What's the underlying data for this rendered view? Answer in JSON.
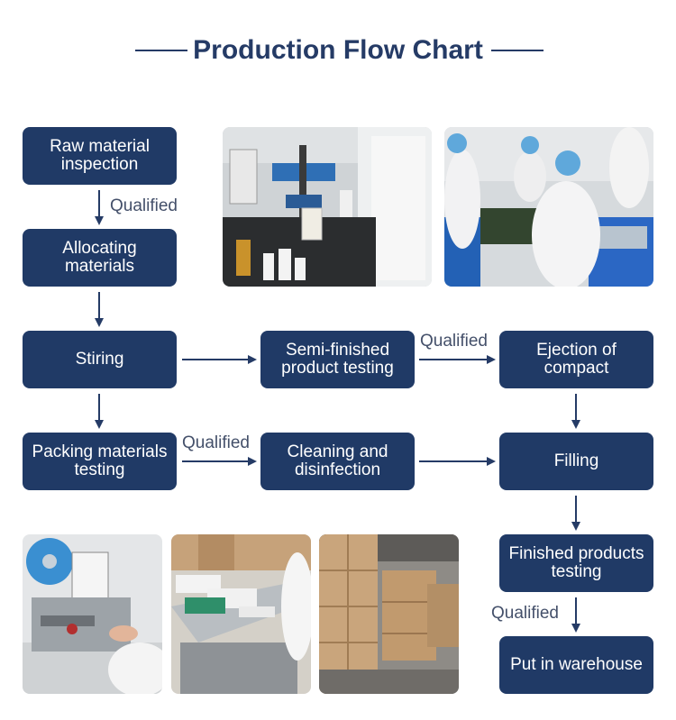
{
  "title": "Production Flow Chart",
  "steps": {
    "raw_material_inspection": "Raw material inspection",
    "allocating_materials": "Allocating materials",
    "stiring": "Stiring",
    "semi_finished_testing": "Semi-finished product testing",
    "ejection_of_compact": "Ejection of compact",
    "packing_materials_testing": "Packing materials testing",
    "cleaning_disinfection": "Cleaning and disinfection",
    "filling": "Filling",
    "finished_products_testing": "Finished products testing",
    "put_in_warehouse": "Put in warehouse"
  },
  "labels": {
    "qualified_1": "Qualified",
    "qualified_2": "Qualified",
    "qualified_3": "Qualified",
    "qualified_4": "Qualified"
  },
  "colors": {
    "box": "#203a66",
    "arrow": "#253b66",
    "title": "#253b66"
  }
}
